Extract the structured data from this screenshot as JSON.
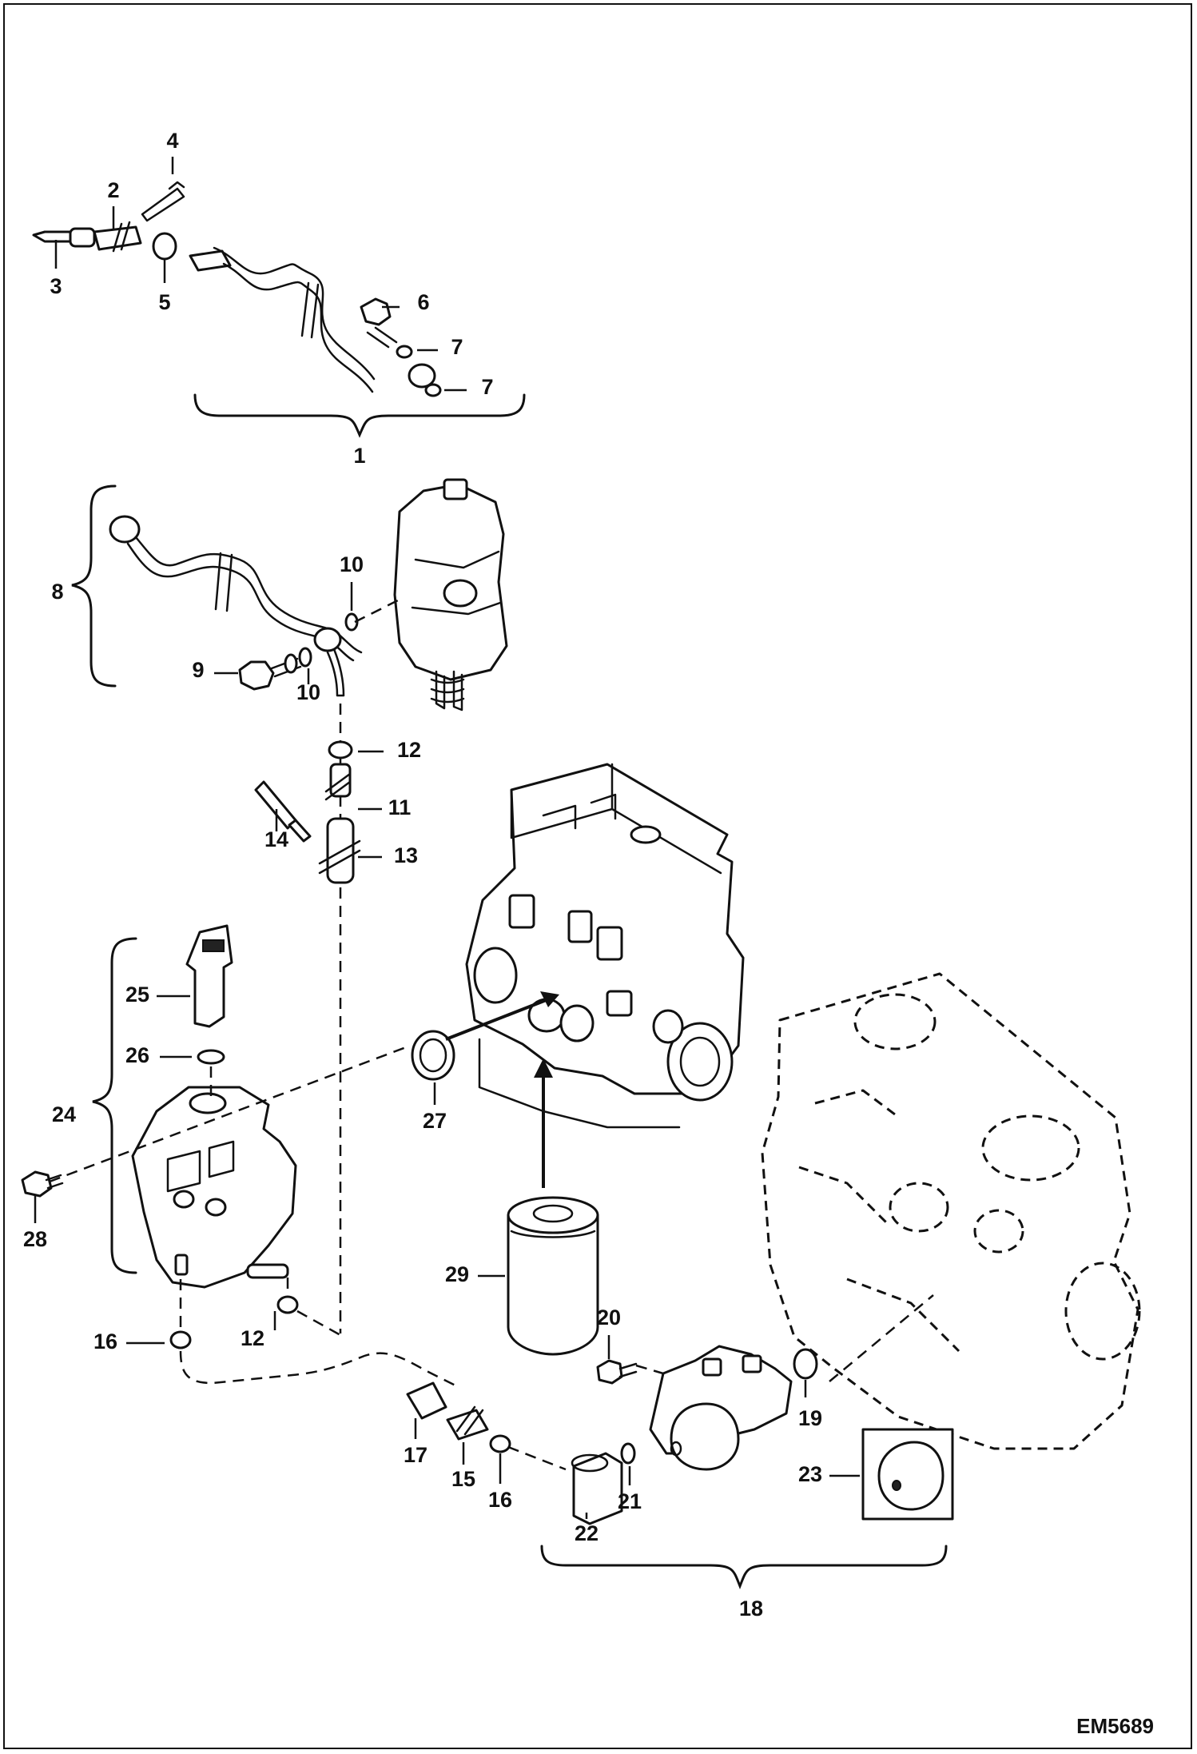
{
  "diagram": {
    "drawing_id": "EM5689",
    "callouts": [
      {
        "id": "c4",
        "text": "4"
      },
      {
        "id": "c2",
        "text": "2"
      },
      {
        "id": "c3",
        "text": "3"
      },
      {
        "id": "c5",
        "text": "5"
      },
      {
        "id": "c6",
        "text": "6"
      },
      {
        "id": "c7a",
        "text": "7"
      },
      {
        "id": "c7b",
        "text": "7"
      },
      {
        "id": "c1",
        "text": "1"
      },
      {
        "id": "c8",
        "text": "8"
      },
      {
        "id": "c10a",
        "text": "10"
      },
      {
        "id": "c9",
        "text": "9"
      },
      {
        "id": "c10b",
        "text": "10"
      },
      {
        "id": "c12a",
        "text": "12"
      },
      {
        "id": "c11",
        "text": "11"
      },
      {
        "id": "c14",
        "text": "14"
      },
      {
        "id": "c13",
        "text": "13"
      },
      {
        "id": "c25",
        "text": "25"
      },
      {
        "id": "c26",
        "text": "26"
      },
      {
        "id": "c24",
        "text": "24"
      },
      {
        "id": "c27",
        "text": "27"
      },
      {
        "id": "c28",
        "text": "28"
      },
      {
        "id": "c29",
        "text": "29"
      },
      {
        "id": "c20",
        "text": "20"
      },
      {
        "id": "c16a",
        "text": "16"
      },
      {
        "id": "c12b",
        "text": "12"
      },
      {
        "id": "c19",
        "text": "19"
      },
      {
        "id": "c17",
        "text": "17"
      },
      {
        "id": "c15",
        "text": "15"
      },
      {
        "id": "c16b",
        "text": "16"
      },
      {
        "id": "c23",
        "text": "23"
      },
      {
        "id": "c21",
        "text": "21"
      },
      {
        "id": "c22",
        "text": "22"
      },
      {
        "id": "c18",
        "text": "18"
      }
    ]
  }
}
